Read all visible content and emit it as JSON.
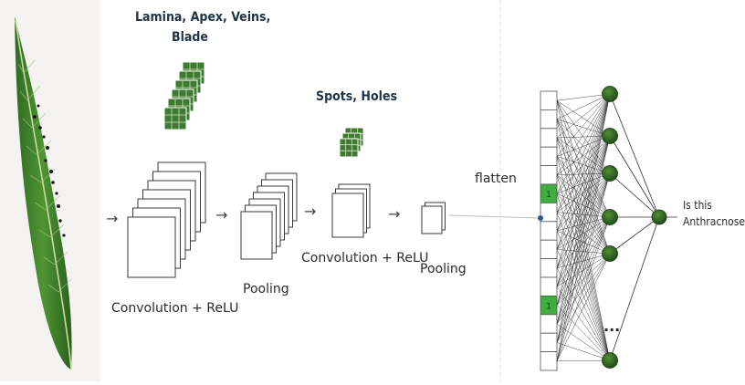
{
  "diagram": {
    "feature_labels": {
      "first": [
        "Lamina, Apex, Veins,",
        "Blade"
      ],
      "second": "Spots, Holes"
    },
    "stage_labels": {
      "conv1": "Convolution + ReLU",
      "pool1": "Pooling",
      "conv2": "Convolution + ReLU",
      "pool2": "Pooling",
      "flatten": "flatten"
    },
    "flatten_cell_marks": [
      "1",
      "1"
    ],
    "hidden_ellipsis": "...",
    "output_question": [
      "Is this",
      "Anthracnose?"
    ],
    "arrow_glyph": "→",
    "colors": {
      "leaf": "#3e7d2c",
      "kernel": "#3f7a33",
      "neuron": "#2e5f1e",
      "flatten_cell": "#3fae3f",
      "line": "#333333"
    }
  }
}
